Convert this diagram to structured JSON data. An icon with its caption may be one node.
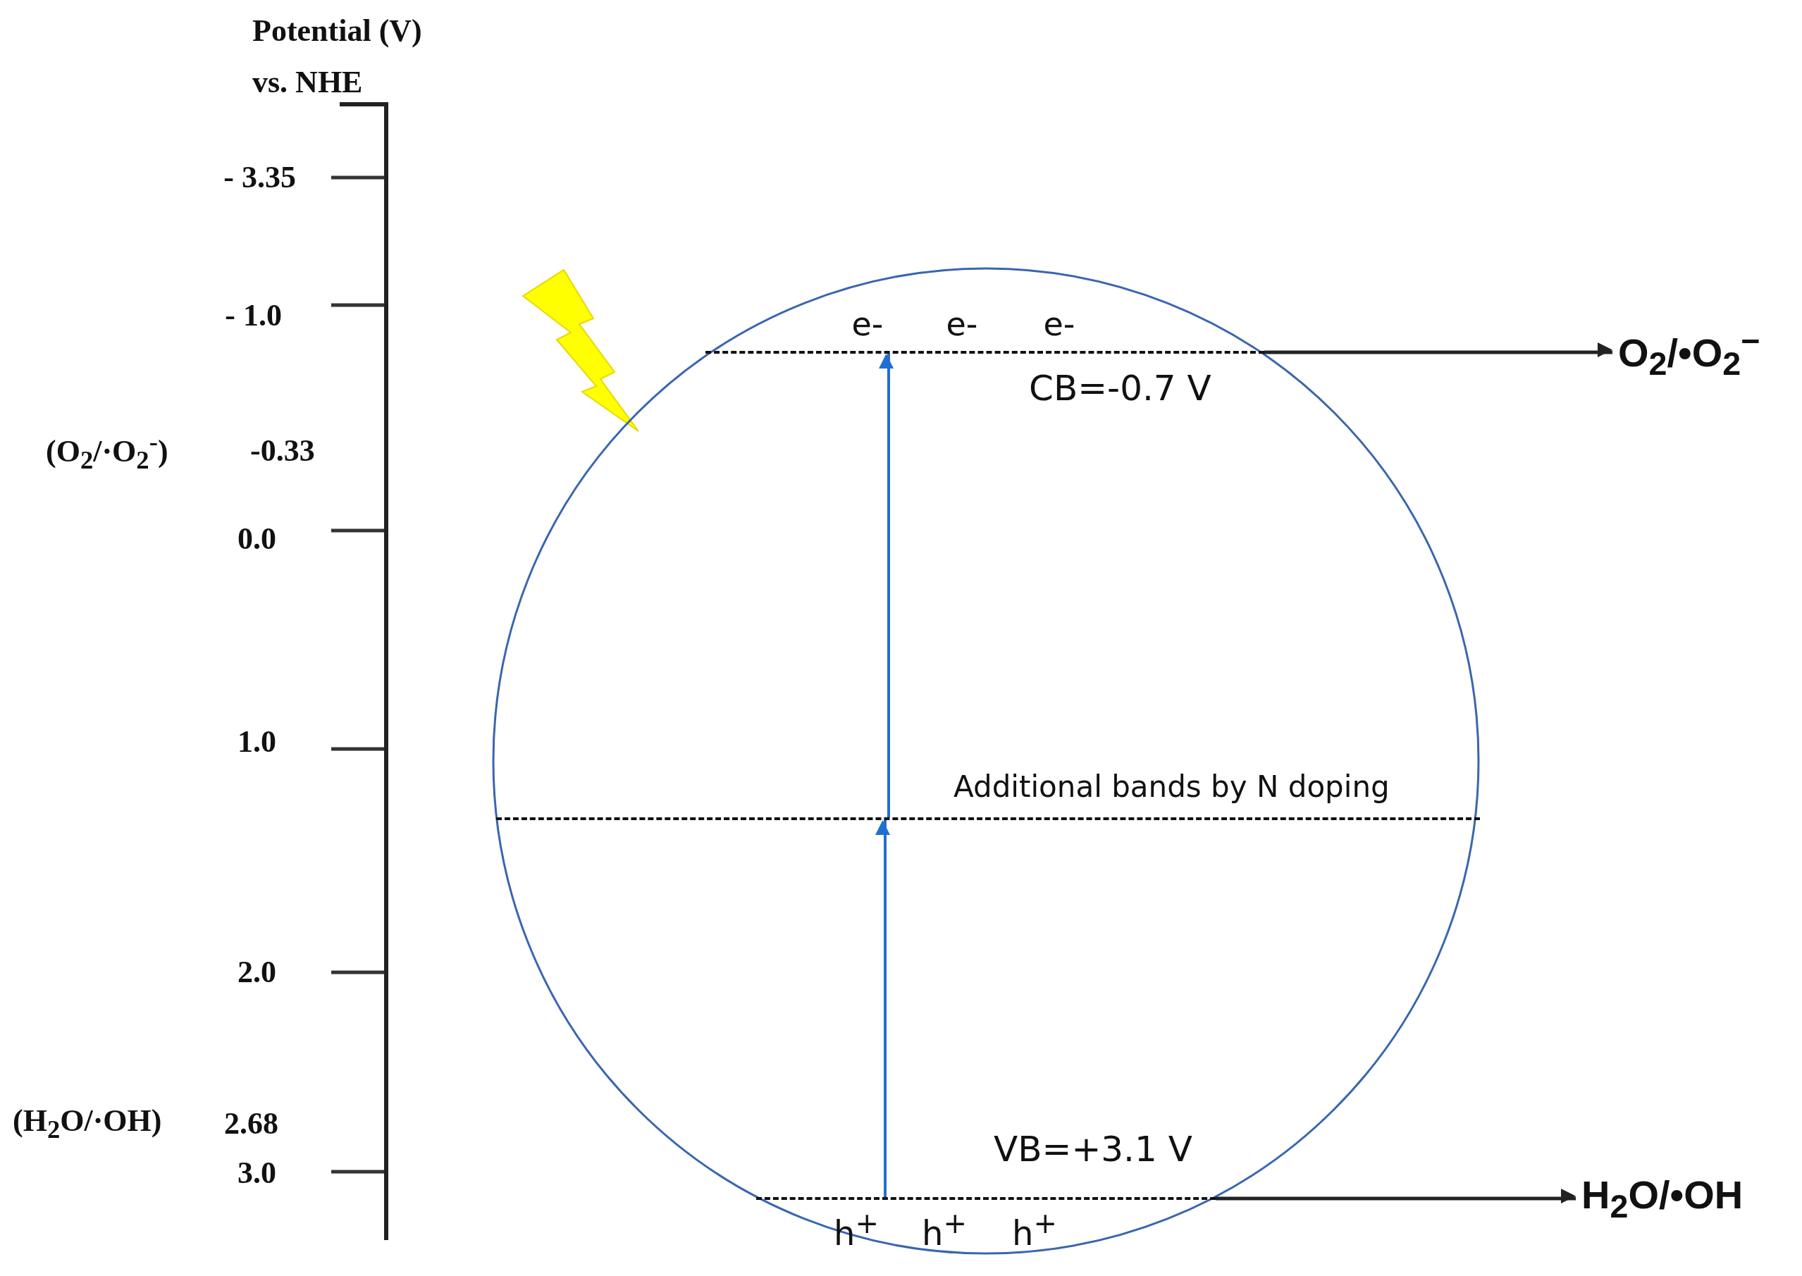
{
  "diagram": {
    "nodes": [
      {
        "text": [],
        "shape": "circle"
      },
      {
        "text": [],
        "shape": "bar",
        "in": 0,
        "beside": [
          "e-",
          "e-",
          "e-",
          "CB=-0.7 V"
        ]
      },
      {
        "text": [
          "O$_{2}$/•O$_{2}$$^{−}$"
        ]
      },
      {
        "text": [],
        "shape": "bar",
        "in": 0,
        "beside": [
          "Additional bands by N doping"
        ]
      },
      {
        "text": [],
        "shape": "bar",
        "in": 0,
        "beside": [
          "VB=+3.1 V",
          "h$^{+}$",
          "h$^{+}$",
          "h$^{+}$"
        ]
      },
      {
        "text": [
          "H$_{2}$O/•OH"
        ]
      }
    ],
    "edges": [
      {
        "from": 1,
        "to": 2,
        "arrow": "to"
      },
      {
        "from": 3,
        "to": 1,
        "arrow": "to",
        "color": "#1f6fd0"
      },
      {
        "from": 4,
        "to": 3,
        "arrow": "to",
        "color": "#1f6fd0"
      },
      {
        "from": 4,
        "to": 5,
        "arrow": "to"
      }
    ],
    "labels": [
      "Potential (V) vs. NHE",
      "- 3.35",
      "- 1.0",
      "(O$_{2}$/·O$_{2}$$^{-}$)",
      "-0.33",
      "0.0",
      "1.0",
      "2.0",
      "(H$_{2}$O/·OH)",
      "2.68",
      "3.0"
    ]
  }
}
